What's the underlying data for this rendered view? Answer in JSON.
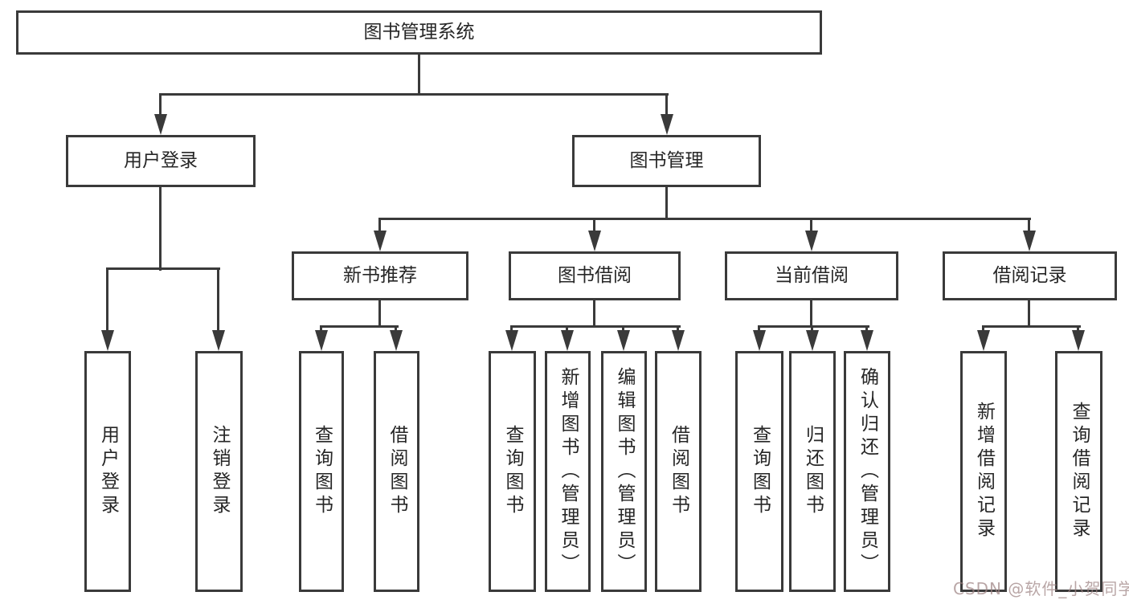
{
  "diagram": {
    "title": "图书管理系统",
    "root": {
      "label": "图书管理系统"
    },
    "level2": [
      {
        "label": "用户登录"
      },
      {
        "label": "图书管理"
      }
    ],
    "level3": [
      {
        "label": "新书推荐"
      },
      {
        "label": "图书借阅"
      },
      {
        "label": "当前借阅"
      },
      {
        "label": "借阅记录"
      }
    ],
    "leaves_user_login": [
      {
        "label": "用户登录"
      },
      {
        "label": "注销登录"
      }
    ],
    "leaves_new_book_recommend": [
      {
        "label": "查询图书"
      },
      {
        "label": "借阅图书"
      }
    ],
    "leaves_book_borrow": [
      {
        "label": "查询图书"
      },
      {
        "label": "新增图书（管理员）"
      },
      {
        "label": "编辑图书（管理员）"
      },
      {
        "label": "借阅图书"
      }
    ],
    "leaves_current_borrow": [
      {
        "label": "查询图书"
      },
      {
        "label": "归还图书"
      },
      {
        "label": "确认归还（管理员）"
      }
    ],
    "leaves_borrow_records": [
      {
        "label": "新增借阅记录"
      },
      {
        "label": "查询借阅记录"
      }
    ]
  },
  "watermark": {
    "text": "CSDN @软件_小贺同学"
  },
  "colors": {
    "line": "#3a3a3a",
    "text": "#262626",
    "background": "#ffffff",
    "watermark": "#9e8484"
  }
}
